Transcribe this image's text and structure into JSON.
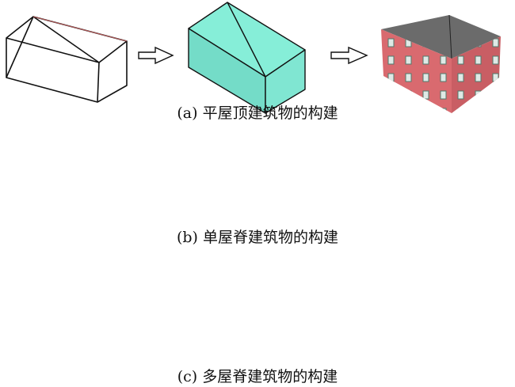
{
  "captions": {
    "a": "(a) 平屋顶建筑物的构建",
    "b": "(b) 单屋脊建筑物的构建",
    "c": "(c) 多屋脊建筑物的构建"
  },
  "colors": {
    "model_top": "#86eed8",
    "model_side": "#74dcc8",
    "wall_red": "#d96a6f",
    "roof_gray": "#6b6b6b",
    "roof_brown": "#b9705a"
  }
}
